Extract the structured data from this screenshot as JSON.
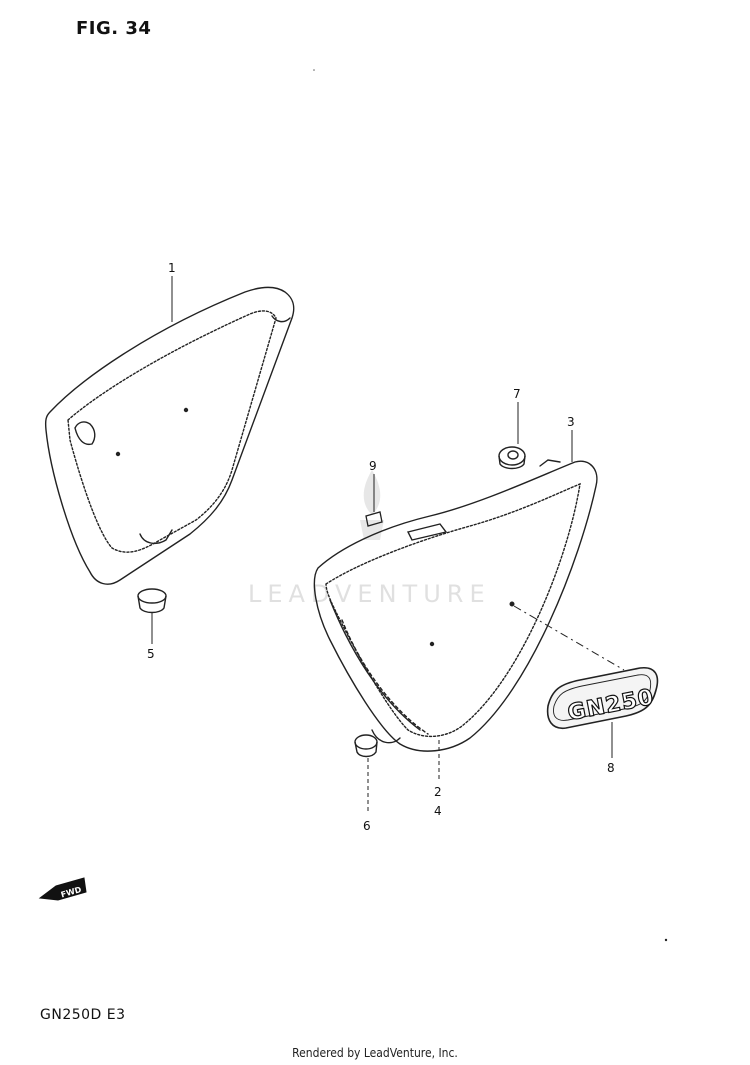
{
  "figure": {
    "title": "FIG. 34",
    "model_code": "GN250D E3",
    "footer": "Rendered by LeadVenture, Inc.",
    "watermark": "LEADVENTURE",
    "fwd_label": "FWD",
    "emblem_text": "GN250"
  },
  "callouts": [
    {
      "id": "1",
      "label": "1"
    },
    {
      "id": "2",
      "label": "2"
    },
    {
      "id": "3",
      "label": "3"
    },
    {
      "id": "4",
      "label": "4"
    },
    {
      "id": "5",
      "label": "5"
    },
    {
      "id": "6",
      "label": "6"
    },
    {
      "id": "7",
      "label": "7"
    },
    {
      "id": "8",
      "label": "8"
    },
    {
      "id": "9",
      "label": "9"
    }
  ],
  "colors": {
    "line": "#222222",
    "watermark": "#c8c8c8",
    "background": "#ffffff"
  }
}
